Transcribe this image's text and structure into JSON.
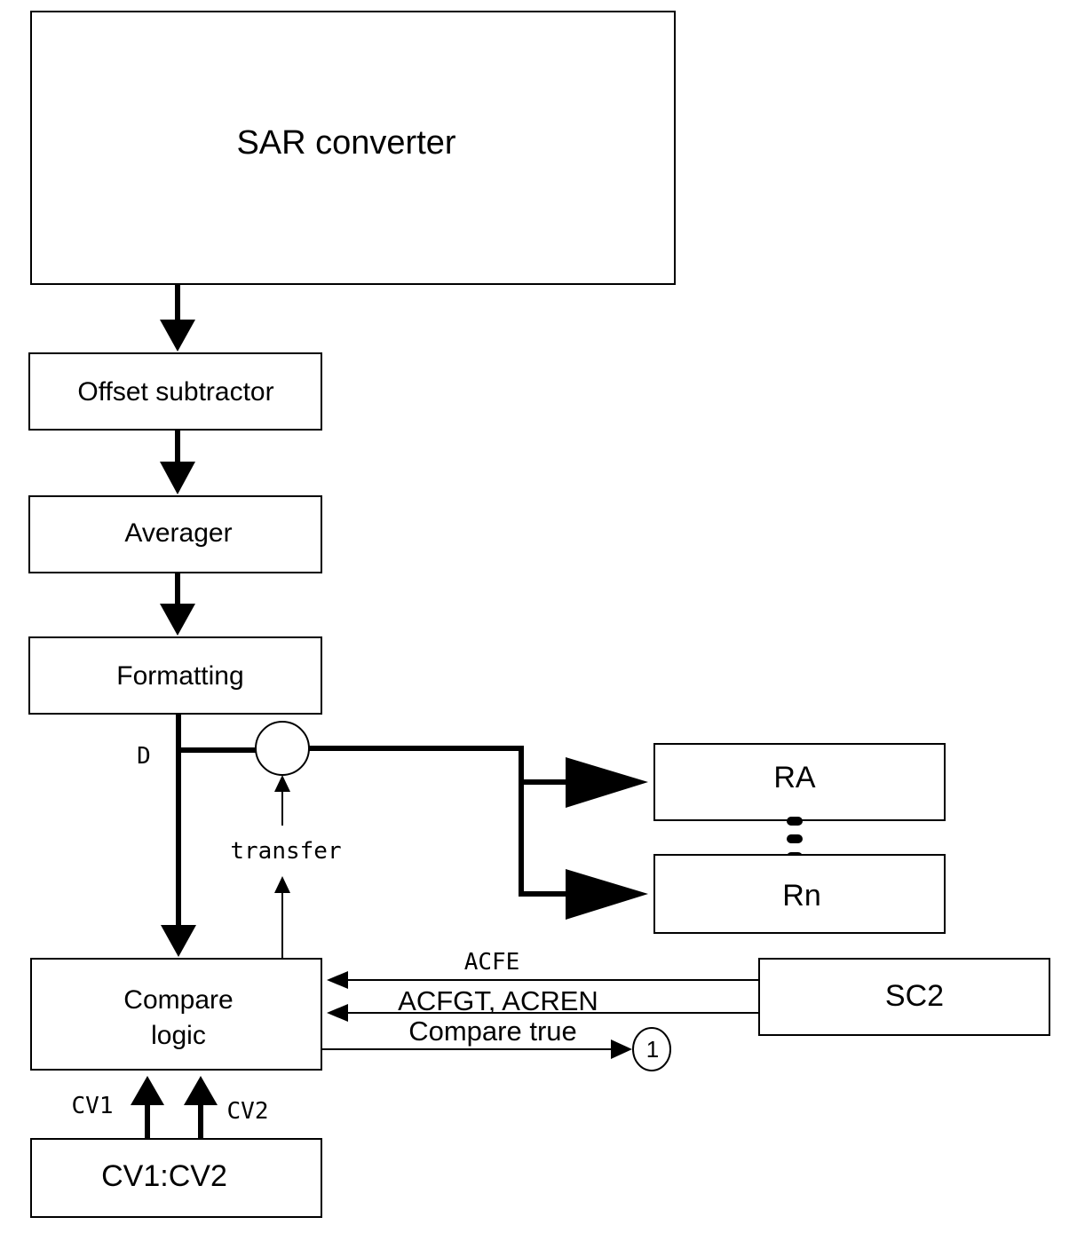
{
  "blocks": {
    "sar_converter": "SAR converter",
    "offset_subtractor": "Offset subtractor",
    "averager": "Averager",
    "formatting": "Formatting",
    "ra": "RA",
    "rn": "Rn",
    "compare_logic_line1": "Compare",
    "compare_logic_line2": "logic",
    "sc2": "SC2",
    "cv1_cv2": "CV1:CV2"
  },
  "signals": {
    "d": "D",
    "transfer": "transfer",
    "acfe": "ACFE",
    "acfgt_acren": "ACFGT, ACREN",
    "compare_true": "Compare true",
    "cv1": "CV1",
    "cv2": "CV2"
  },
  "connector": {
    "label": "1"
  }
}
